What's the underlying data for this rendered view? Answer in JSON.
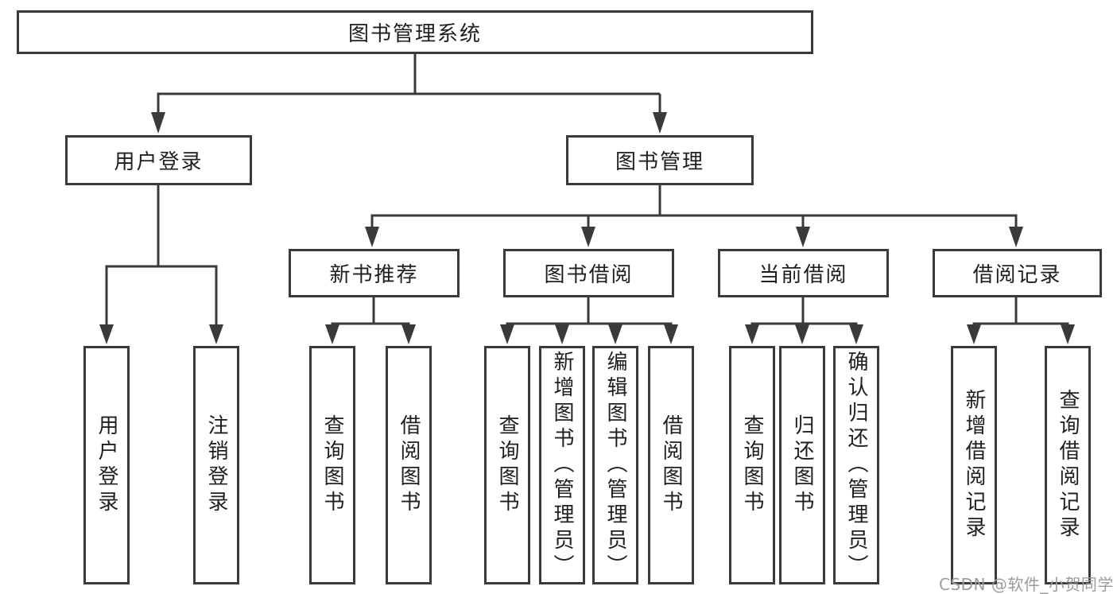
{
  "diagram": {
    "root": "图书管理系统",
    "branches": [
      {
        "label": "用户登录",
        "children": [
          "用户登录",
          "注销登录"
        ]
      },
      {
        "label": "图书管理",
        "sections": [
          {
            "label": "新书推荐",
            "children": [
              "查询图书",
              "借阅图书"
            ]
          },
          {
            "label": "图书借阅",
            "children": [
              "查询图书",
              "新增图书（管理员）",
              "编辑图书（管理员）",
              "借阅图书"
            ]
          },
          {
            "label": "当前借阅",
            "children": [
              "查询图书",
              "归还图书",
              "确认归还（管理员）"
            ]
          },
          {
            "label": "借阅记录",
            "children": [
              "新增借阅记录",
              "查询借阅记录"
            ]
          }
        ]
      }
    ]
  },
  "watermark": "CSDN @软件_小贺同学",
  "colors": {
    "line": "#3a3a3a",
    "text": "#1f1f1f",
    "watermark": "#9b9b9b",
    "background": "#ffffff"
  }
}
